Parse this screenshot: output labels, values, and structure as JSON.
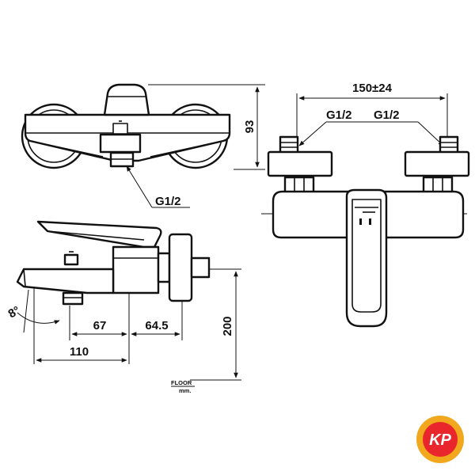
{
  "drawing": {
    "top_view": {
      "height_dim": "93",
      "thread_label": "G1/2"
    },
    "side_view": {
      "dim_spout": "67",
      "dim_body": "64.5",
      "dim_total": "110",
      "dim_height": "200",
      "angle": "8°",
      "floor_label": "FLOOR",
      "unit_label": "mm."
    },
    "front_view": {
      "width_dim": "150±24",
      "thread_left": "G1/2",
      "thread_right": "G1/2"
    }
  },
  "logo": {
    "text": "KP",
    "colors": {
      "outer": "#f2a81d",
      "inner": "#e8262b",
      "glyph": "#ffffff"
    }
  }
}
